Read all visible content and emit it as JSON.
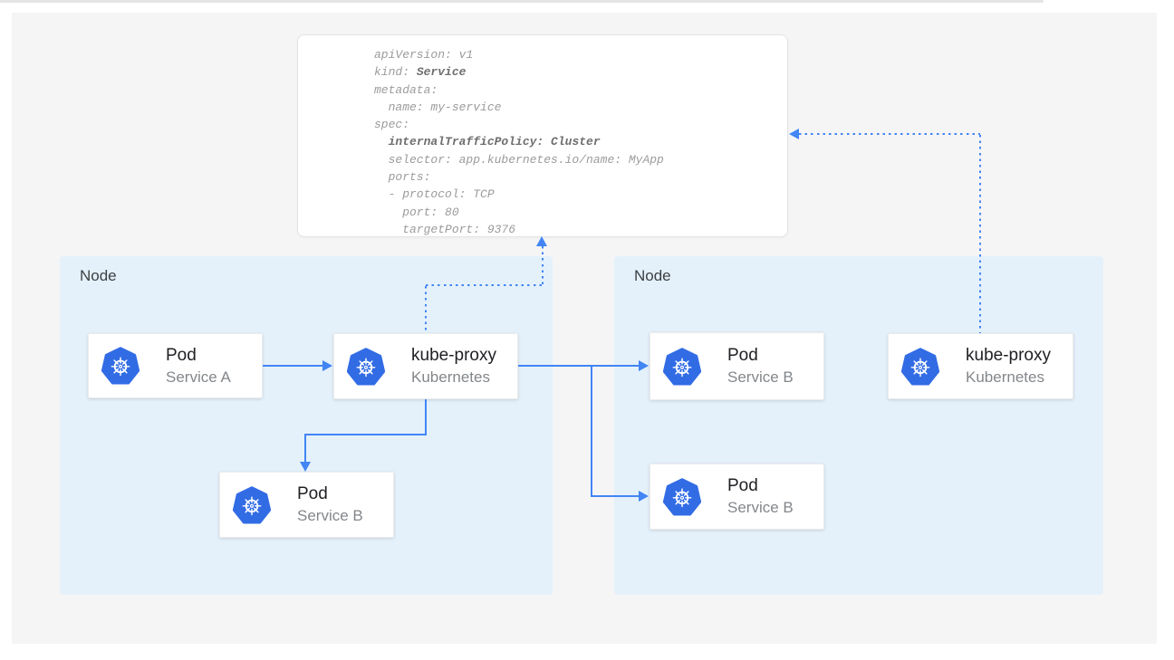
{
  "manifest": {
    "api_version_line": "apiVersion: v1",
    "kind_label": "kind: ",
    "kind_value": "Service",
    "metadata_line": "metadata:",
    "name_line": "  name: my-service",
    "spec_line": "spec:",
    "policy_indent": "  ",
    "policy_line": "internalTrafficPolicy: Cluster",
    "selector_line": "  selector: app.kubernetes.io/name: MyApp",
    "ports_line": "  ports:",
    "protocol_line": "  - protocol: TCP",
    "port_line": "    port: 80",
    "target_port_line": "    targetPort: 9376"
  },
  "nodes": {
    "left": {
      "label": "Node",
      "pod_service_a": {
        "title": "Pod",
        "subtitle": "Service A"
      },
      "kube_proxy": {
        "title": "kube-proxy",
        "subtitle": "Kubernetes"
      },
      "pod_service_b": {
        "title": "Pod",
        "subtitle": "Service B"
      }
    },
    "right": {
      "label": "Node",
      "pod_service_b_top": {
        "title": "Pod",
        "subtitle": "Service B"
      },
      "kube_proxy": {
        "title": "kube-proxy",
        "subtitle": "Kubernetes"
      },
      "pod_service_b_bottom": {
        "title": "Pod",
        "subtitle": "Service B"
      }
    }
  },
  "icons": {
    "kubernetes": "kubernetes-helm-logo"
  },
  "colors": {
    "arrow_blue": "#4285f4",
    "kubernetes_blue": "#326ce5",
    "node_background": "#e4f1fb",
    "panel_background": "#f5f5f6",
    "code_regular": "#9b9b9b",
    "code_bold": "#6e6e6e"
  }
}
